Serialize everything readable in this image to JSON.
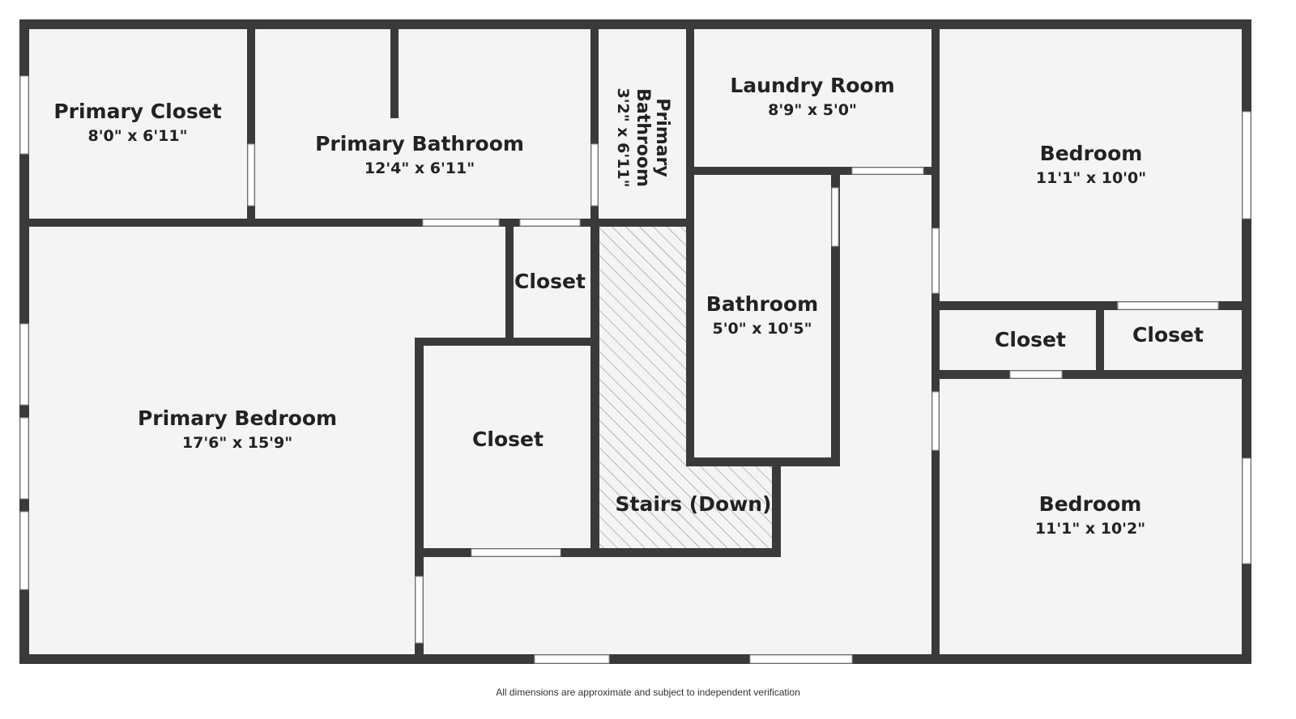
{
  "colors": {
    "wall": "#3a3a3a",
    "floor": "#f4f4f4",
    "opening": "#ffffff",
    "stairs_hatch": "#8f8f8f"
  },
  "rooms": {
    "primary_closet": {
      "name": "Primary Closet",
      "dim": "8'0\" x 6'11\""
    },
    "primary_bathroom": {
      "name": "Primary Bathroom",
      "dim": "12'4\" x 6'11\""
    },
    "primary_bathroom_small": {
      "name_line1": "Primary",
      "name_line2": "Bathroom",
      "dim": "3'2\" x 6'11\""
    },
    "laundry_room": {
      "name": "Laundry Room",
      "dim": "8'9\" x 5'0\""
    },
    "bedroom_top": {
      "name": "Bedroom",
      "dim": "11'1\" x 10'0\""
    },
    "closet_small": {
      "name": "Closet"
    },
    "bathroom": {
      "name": "Bathroom",
      "dim": "5'0\" x 10'5\""
    },
    "closet_right_a": {
      "name": "Closet"
    },
    "closet_right_b": {
      "name": "Closet"
    },
    "primary_bedroom": {
      "name": "Primary Bedroom",
      "dim": "17'6\" x 15'9\""
    },
    "closet_large": {
      "name": "Closet"
    },
    "stairs": {
      "name": "Stairs (Down)"
    },
    "bedroom_bottom": {
      "name": "Bedroom",
      "dim": "11'1\" x 10'2\""
    }
  },
  "footer": {
    "disclaimer": "All dimensions are approximate and subject to independent verification"
  }
}
